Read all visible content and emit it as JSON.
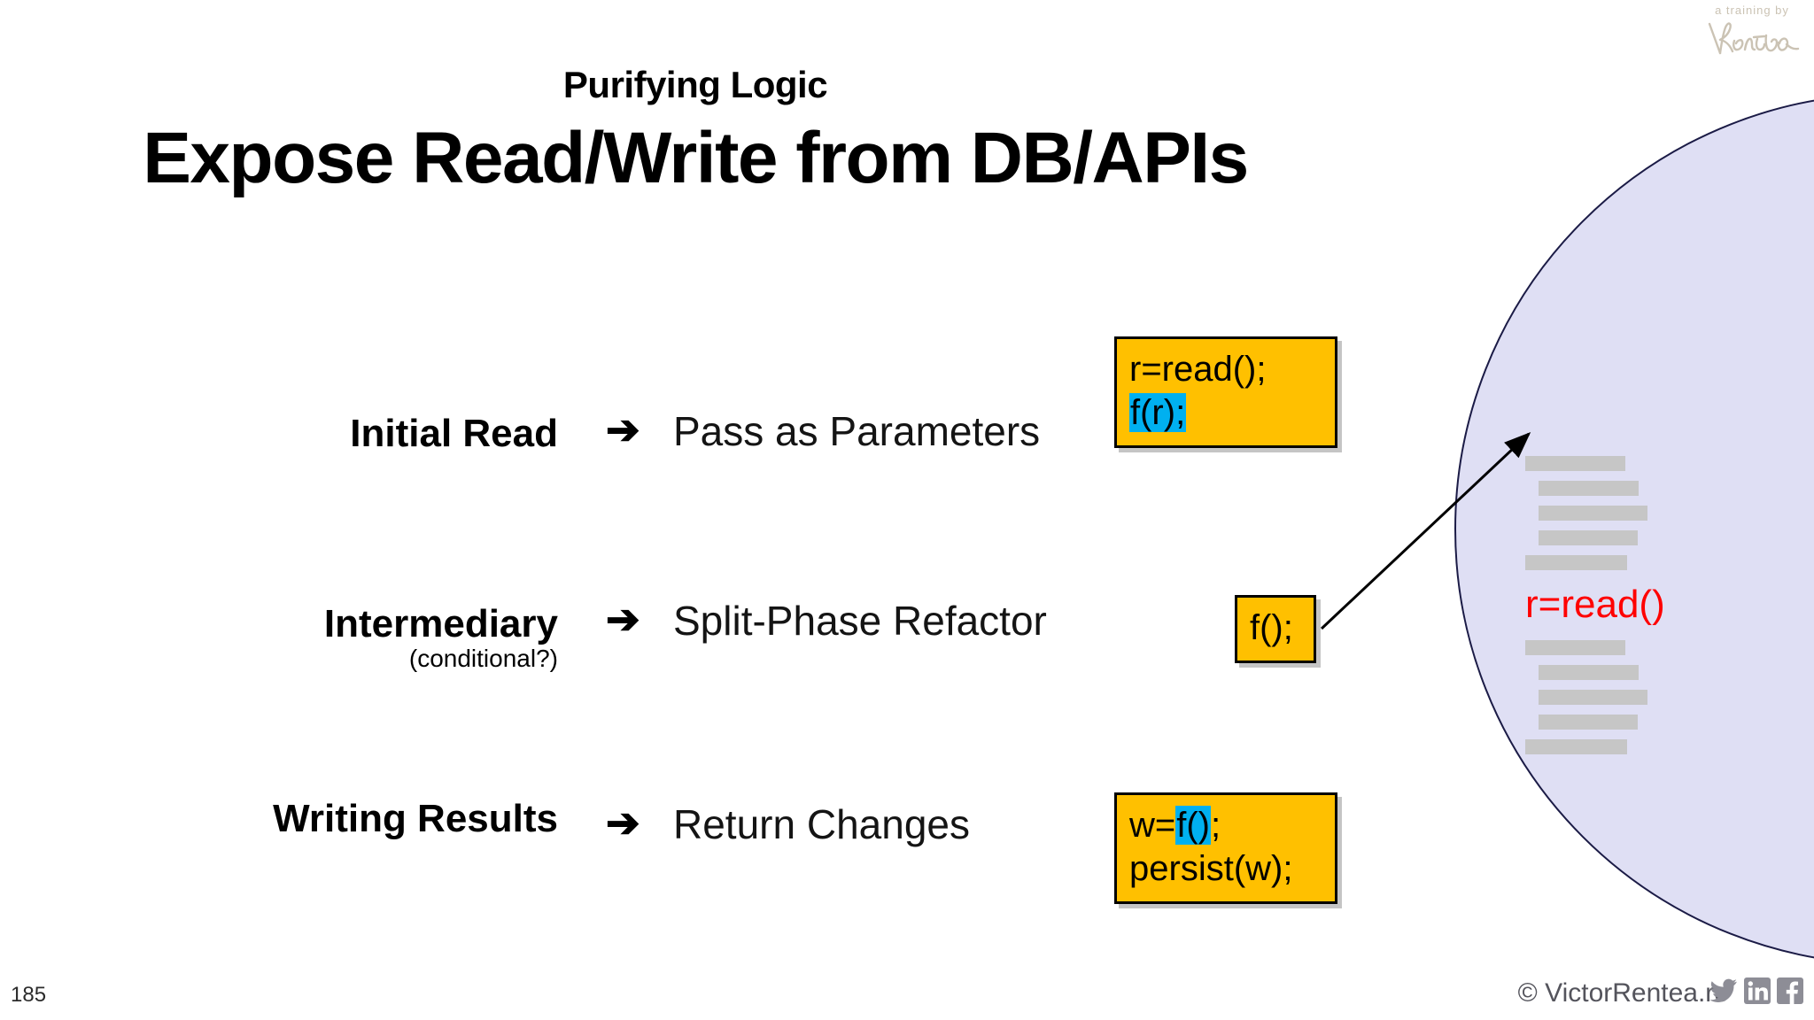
{
  "slide": {
    "kicker": "Purifying Logic",
    "headline": "Expose Read/Write from DB/APIs",
    "page_number": "185"
  },
  "brand": {
    "kicker": "a training by",
    "signature": "Rentea",
    "signature_color": "#cbc3b4"
  },
  "colors": {
    "code_box_fill": "#ffc000",
    "highlight": "#00b0f0",
    "circle_fill": "#dfdff4",
    "circle_border": "#1b1b46",
    "read_call_text": "#ff0000",
    "placeholder_bar": "#c6c6c6"
  },
  "rows": [
    {
      "term": "Initial Read",
      "subtitle": "",
      "arrow": "➔",
      "action": "Pass as Parameters",
      "code": {
        "lines": [
          [
            {
              "text": "r=read();",
              "highlight": false
            }
          ],
          [
            {
              "text": "f(r);",
              "highlight": true
            }
          ]
        ]
      }
    },
    {
      "term": "Intermediary",
      "subtitle": "(conditional?)",
      "arrow": "➔",
      "action": "Split-Phase Refactor",
      "code": {
        "lines": [
          [
            {
              "text": "f();",
              "highlight": false
            }
          ]
        ]
      }
    },
    {
      "term": "Writing Results",
      "subtitle": "",
      "arrow": "➔",
      "action": "Return Changes",
      "code": {
        "lines": [
          [
            {
              "text": "w=",
              "highlight": false
            },
            {
              "text": "f()",
              "highlight": true
            },
            {
              "text": ";",
              "highlight": false
            }
          ],
          [
            {
              "text": "persist(w);",
              "highlight": false
            }
          ]
        ]
      }
    }
  ],
  "circle": {
    "bars_above": 5,
    "read_call": "r=read()",
    "bars_below": 5
  },
  "footer": {
    "credit": "© VictorRentea.ro",
    "social": [
      {
        "icon": "twitter-icon",
        "label": "Twitter"
      },
      {
        "icon": "linkedin-icon",
        "label": "LinkedIn"
      },
      {
        "icon": "facebook-icon",
        "label": "Facebook"
      }
    ]
  }
}
